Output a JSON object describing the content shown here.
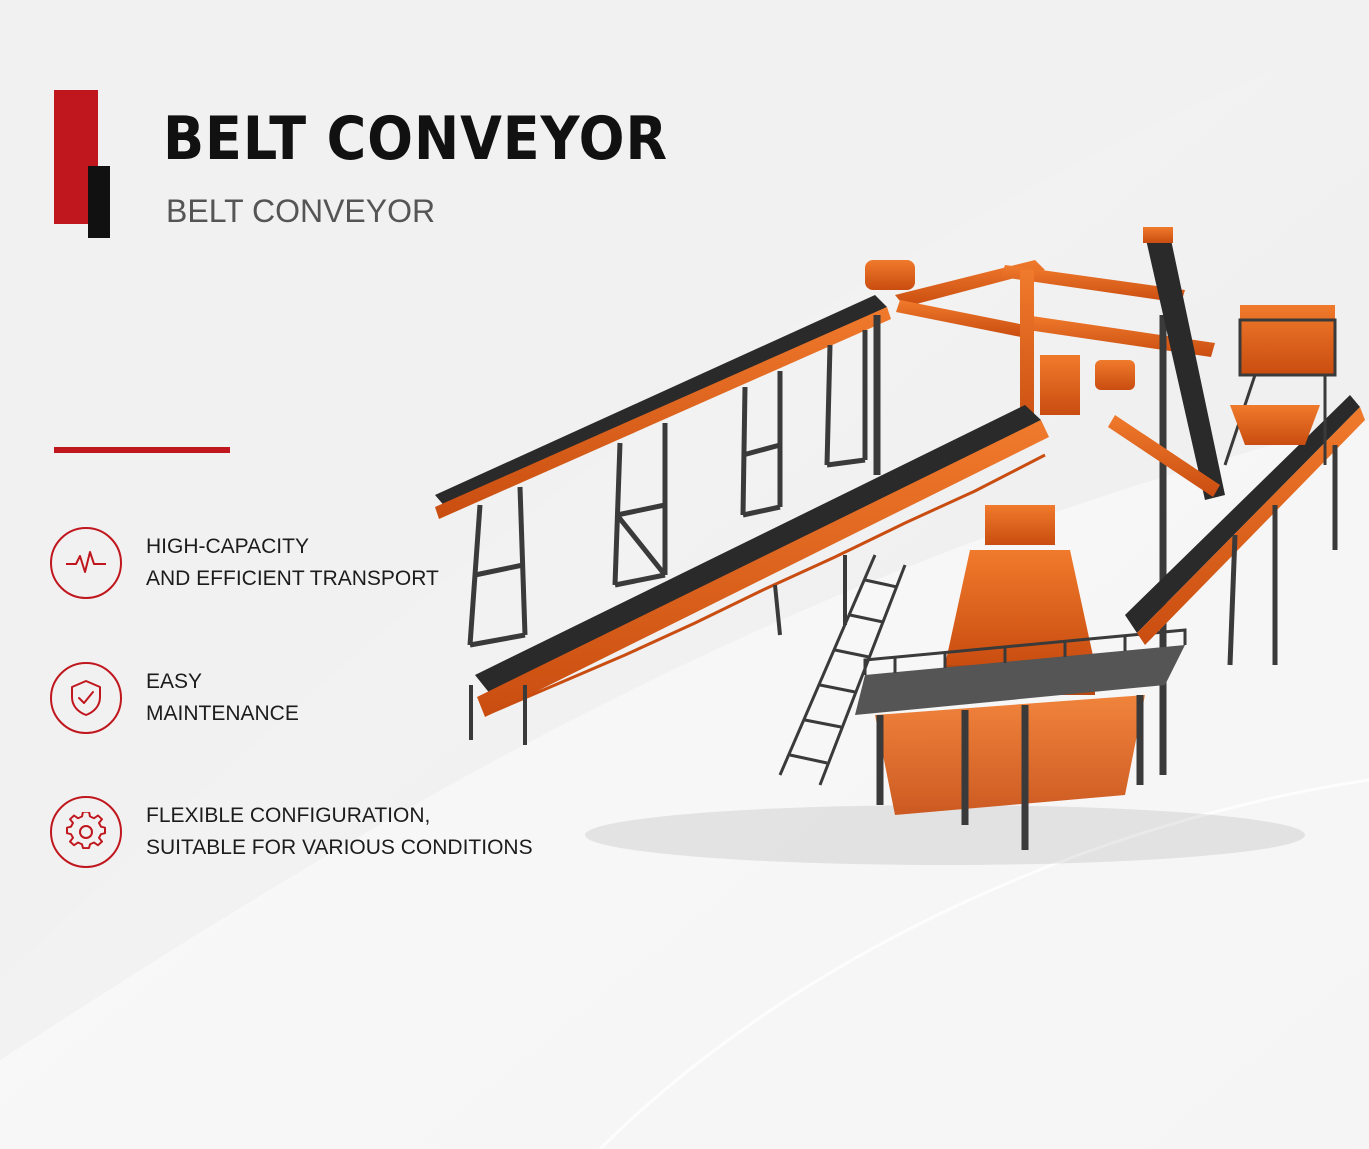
{
  "header": {
    "title": "BELT CONVEYOR",
    "subtitle": "BELT CONVEYOR"
  },
  "features": [
    {
      "icon": "pulse-icon",
      "line1": "HIGH-CAPACITY",
      "line2": "AND EFFICIENT TRANSPORT"
    },
    {
      "icon": "shield-check-icon",
      "line1": "EASY",
      "line2": "MAINTENANCE"
    },
    {
      "icon": "gear-icon",
      "line1": "FLEXIBLE CONFIGURATION,",
      "line2": "SUITABLE FOR VARIOUS CONDITIONS"
    }
  ],
  "colors": {
    "accent_red": "#c0161d",
    "machine_orange": "#e8621a",
    "frame_dark": "#3a3a3a",
    "background": "#f1f1f1"
  }
}
